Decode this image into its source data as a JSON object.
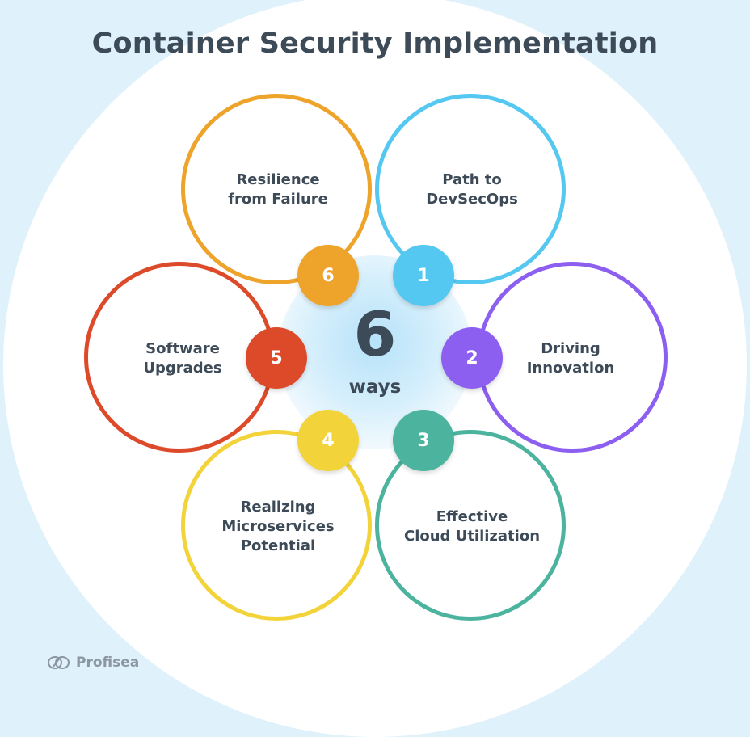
{
  "title": "Container Security Implementation",
  "center": {
    "number": "6",
    "word": "ways"
  },
  "items": [
    {
      "num": "1",
      "lines": [
        "Path to",
        "DevSecOps"
      ],
      "color": "#55c8f2"
    },
    {
      "num": "2",
      "lines": [
        "Driving",
        "Innovation"
      ],
      "color": "#8c5ff0"
    },
    {
      "num": "3",
      "lines": [
        "Effective",
        "Cloud Utilization"
      ],
      "color": "#4bb39e"
    },
    {
      "num": "4",
      "lines": [
        "Realizing",
        "Microservices",
        "Potential"
      ],
      "color": "#f3d33a"
    },
    {
      "num": "5",
      "lines": [
        "Software",
        "Upgrades"
      ],
      "color": "#dd4a2a"
    },
    {
      "num": "6",
      "lines": [
        "Resilience",
        "from Failure"
      ],
      "color": "#eea32a"
    }
  ],
  "logo": {
    "name": "Profisea"
  }
}
